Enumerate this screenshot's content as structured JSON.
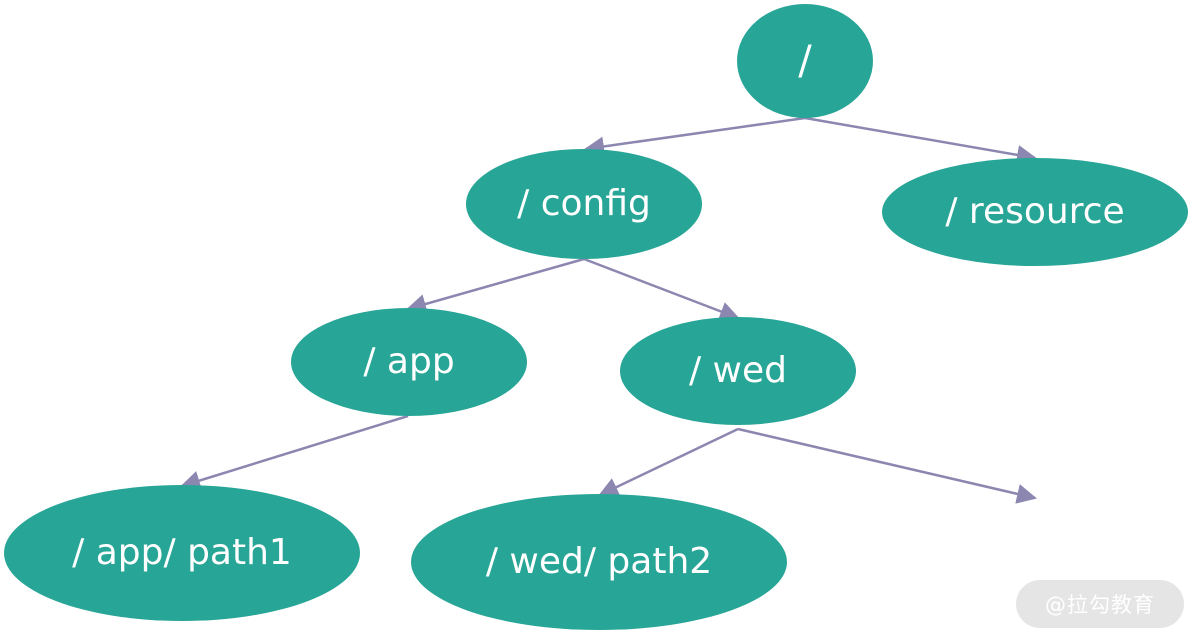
{
  "colors": {
    "node_fill": "#27a596",
    "node_text": "#ffffff",
    "edge": "#8b87b0"
  },
  "nodes": {
    "root": "/",
    "config": "/ config",
    "resource": "/ resource",
    "app": "/ app",
    "wed": "/ wed",
    "app_path1": "/ app/ path1",
    "wed_path2": "/ wed/ path2"
  },
  "edges": [
    {
      "from": "root",
      "to": "config"
    },
    {
      "from": "root",
      "to": "resource"
    },
    {
      "from": "config",
      "to": "app"
    },
    {
      "from": "config",
      "to": "wed"
    },
    {
      "from": "app",
      "to": "app_path1"
    },
    {
      "from": "wed",
      "to": "wed_path2"
    },
    {
      "from": "wed",
      "to": null
    }
  ],
  "watermark": "@拉勾教育"
}
